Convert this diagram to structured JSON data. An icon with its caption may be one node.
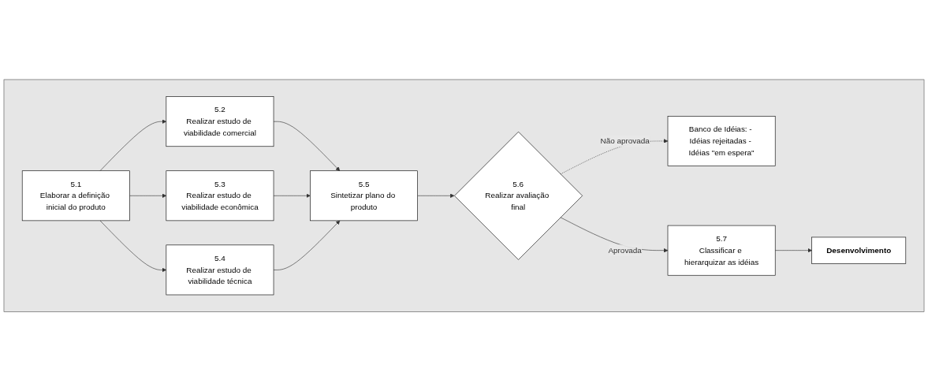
{
  "diagram": {
    "nodes": [
      {
        "text": [],
        "shape": "band"
      },
      {
        "text": [
          "5.1",
          "Elaborar a definição inicial do produto"
        ],
        "in": 0
      },
      {
        "text": [
          "5.2",
          "Realizar estudo de viabilidade comercial"
        ],
        "in": 0
      },
      {
        "text": [
          "5.3",
          "Realizar estudo de viabilidade econômica"
        ],
        "in": 0
      },
      {
        "text": [
          "5.4",
          "Realizar estudo de viabilidade técnica"
        ],
        "in": 0
      },
      {
        "text": [
          "5.5",
          "Sintetizar plano do produto"
        ],
        "in": 0
      },
      {
        "text": [
          "Banco de Idéias: - Idéias rejeitadas - Idéias \"em espera\""
        ],
        "in": 0
      },
      {
        "text": [
          "5.6",
          "Realizar avaliação final"
        ],
        "in": 0
      },
      {
        "text": [
          "5.7",
          "Classificar e hierarquizar as idéias"
        ],
        "in": 0
      },
      {
        "text": [
          "Desenvolvimento"
        ],
        "in": 0
      }
    ],
    "edges": [
      {
        "from": 1,
        "to": 2,
        "arrow": "to"
      },
      {
        "from": 1,
        "to": 3,
        "arrow": "to"
      },
      {
        "from": 1,
        "to": 4,
        "arrow": "to"
      },
      {
        "from": 2,
        "to": 5,
        "arrow": "to"
      },
      {
        "from": 3,
        "to": 5,
        "arrow": "to"
      },
      {
        "from": 4,
        "to": 5,
        "arrow": "to"
      },
      {
        "from": 5,
        "to": 7,
        "arrow": "to"
      },
      {
        "from": 7,
        "to": 6,
        "arrow": "to",
        "label": "Não aprovada",
        "style": "dashed"
      },
      {
        "from": 7,
        "to": 8,
        "arrow": "to",
        "label": "Aprovada"
      },
      {
        "from": 8,
        "to": 9,
        "arrow": "to"
      }
    ]
  }
}
